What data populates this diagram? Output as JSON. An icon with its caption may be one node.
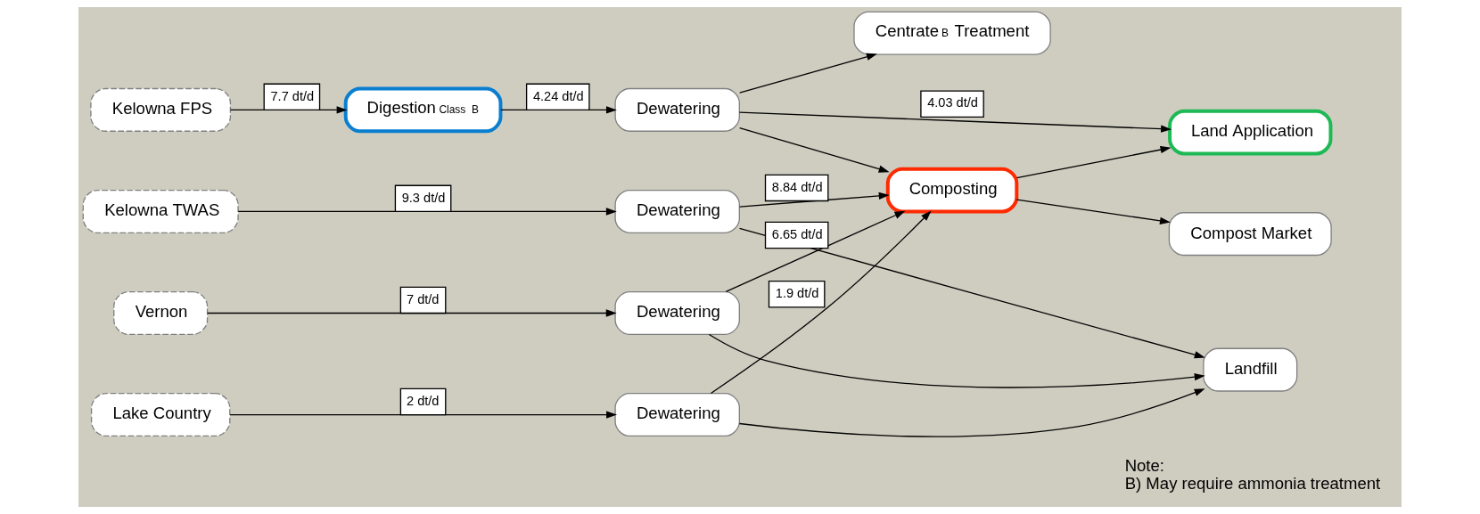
{
  "diagram": {
    "nodes": [
      {
        "text": [
          "Kelowna FPS"
        ]
      },
      {
        "text": [
          "Digestion $^{Class  B}$"
        ]
      },
      {
        "text": [
          "Dewatering"
        ]
      },
      {
        "text": [
          "Centrate $^{B}$ Treatment"
        ]
      },
      {
        "text": [
          "Kelowna TWAS"
        ]
      },
      {
        "text": [
          "Dewatering"
        ]
      },
      {
        "text": [
          "Vernon"
        ]
      },
      {
        "text": [
          "Dewatering"
        ]
      },
      {
        "text": [
          "Lake Country"
        ]
      },
      {
        "text": [
          "Dewatering"
        ]
      },
      {
        "text": [
          "Composting"
        ]
      },
      {
        "text": [
          "Land Application"
        ]
      },
      {
        "text": [
          "Compost Market"
        ]
      },
      {
        "text": [
          "Landfill"
        ]
      }
    ],
    "edges": [
      {
        "from": 0,
        "to": 1,
        "arrow": "to",
        "label": "7.7 dt/d"
      },
      {
        "from": 1,
        "to": 2,
        "arrow": "to",
        "label": "4.24 dt/d"
      },
      {
        "from": 2,
        "to": 3,
        "arrow": "to"
      },
      {
        "from": 2,
        "to": 11,
        "arrow": "to",
        "label": "4.03 dt/d"
      },
      {
        "from": 2,
        "to": 10,
        "arrow": "to"
      },
      {
        "from": 4,
        "to": 5,
        "arrow": "to",
        "label": "9.3 dt/d"
      },
      {
        "from": 5,
        "to": 10,
        "arrow": "to",
        "label": "8.84 dt/d"
      },
      {
        "from": 5,
        "to": 13,
        "arrow": "to"
      },
      {
        "from": 6,
        "to": 7,
        "arrow": "to",
        "label": "7 dt/d"
      },
      {
        "from": 7,
        "to": 10,
        "arrow": "to",
        "label": "6.65 dt/d"
      },
      {
        "from": 7,
        "to": 13,
        "arrow": "to"
      },
      {
        "from": 8,
        "to": 9,
        "arrow": "to",
        "label": "2 dt/d"
      },
      {
        "from": 9,
        "to": 10,
        "arrow": "to",
        "label": "1.9 dt/d"
      },
      {
        "from": 9,
        "to": 13,
        "arrow": "to"
      },
      {
        "from": 10,
        "to": 11,
        "arrow": "to"
      },
      {
        "from": 10,
        "to": 12,
        "arrow": "to"
      }
    ],
    "labels": [
      "Note:",
      "B) May require ammonia treatment"
    ]
  }
}
